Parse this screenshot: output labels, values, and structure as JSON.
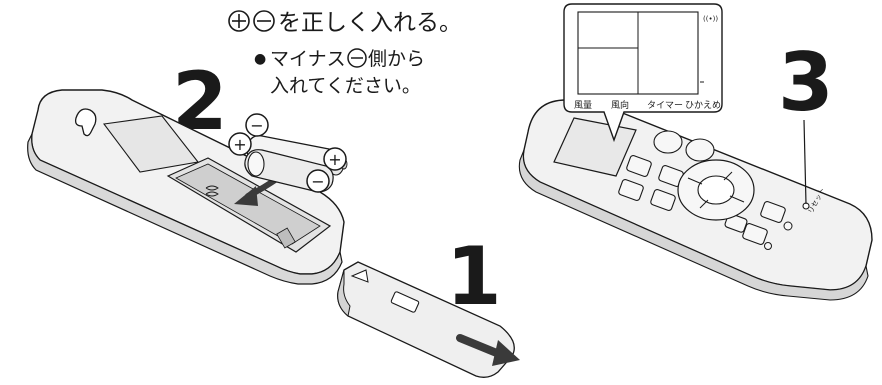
{
  "instructions": {
    "line1": "を正しく入れる。",
    "bullet": "●",
    "line2": "マイナス",
    "line2_suffix": "側から",
    "line3": "入れてください。"
  },
  "symbols": {
    "plus": "+",
    "minus": "−"
  },
  "steps": {
    "one": "1",
    "two": "2",
    "three": "3"
  },
  "lcd": {
    "labels": [
      "風量",
      "風向",
      "タイマー",
      "ひかえめ"
    ],
    "signal": "((•))"
  },
  "reset_label": "リセット",
  "colors": {
    "ink": "#1a1a1a",
    "body": "#f2f2f2",
    "shade": "#d9d9d9",
    "dark": "#3a3a3a"
  }
}
